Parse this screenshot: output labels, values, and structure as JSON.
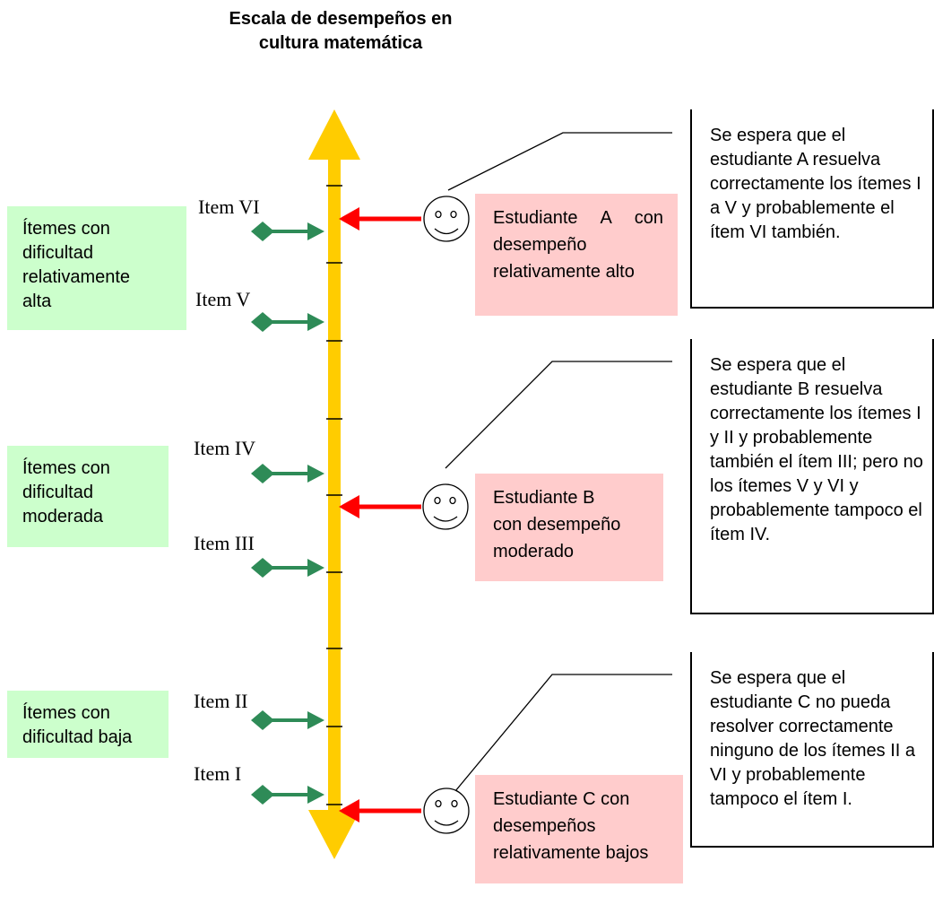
{
  "title": "Escala de desempeños en cultura matemática",
  "colors": {
    "scale": "#ffcc00",
    "item_arrow": "#2e8b57",
    "student_arrow": "#ff0000",
    "difficulty_box": "#ccffcc",
    "student_box": "#ffcccc"
  },
  "difficulty_groups": [
    {
      "label": "Ítemes con dificultad relativamente alta"
    },
    {
      "label": "Ítemes con dificultad moderada"
    },
    {
      "label": "Ítemes con dificultad baja"
    }
  ],
  "items": [
    {
      "label": "Item VI"
    },
    {
      "label": "Item V"
    },
    {
      "label": "Item IV"
    },
    {
      "label": "Item III"
    },
    {
      "label": "Item II"
    },
    {
      "label": "Item I"
    }
  ],
  "students": [
    {
      "label": "Estudiante A con desempeño relativamente alto",
      "expectation": "Se espera que el estudiante A resuelva correctamente los ítemes I a V y probablemente el ítem VI también."
    },
    {
      "label": "Estudiante B con desempeño moderado",
      "expectation": "Se espera que el estudiante B resuelva correctamente los ítemes I y II y probablemente también el ítem III; pero no los ítemes V y VI y probablemente tampoco el ítem IV."
    },
    {
      "label": "Estudiante C con desempeños relativamente bajos",
      "expectation": "Se espera que el estudiante C no pueda resolver correctamente ninguno de los ítemes II a VI y probablemente tampoco el ítem I."
    }
  ]
}
